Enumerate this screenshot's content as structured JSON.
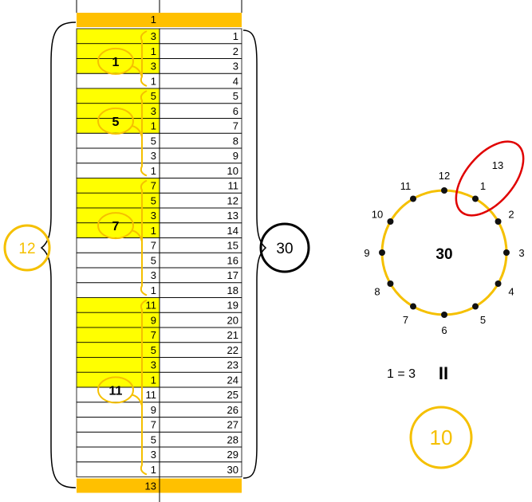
{
  "table": {
    "top_left": "1",
    "bottom_left": "13",
    "left_values": [
      "3",
      "1",
      "3",
      "1",
      "5",
      "3",
      "1",
      "5",
      "3",
      "1",
      "7",
      "5",
      "3",
      "1",
      "7",
      "5",
      "3",
      "1",
      "11",
      "9",
      "7",
      "5",
      "3",
      "1",
      "11",
      "9",
      "7",
      "5",
      "3",
      "1"
    ],
    "right_values": [
      "1",
      "2",
      "3",
      "4",
      "5",
      "6",
      "7",
      "8",
      "9",
      "10",
      "11",
      "12",
      "13",
      "14",
      "15",
      "16",
      "17",
      "18",
      "19",
      "20",
      "21",
      "22",
      "23",
      "24",
      "25",
      "26",
      "27",
      "28",
      "29",
      "30"
    ],
    "highlight_rows": [
      1,
      2,
      3,
      5,
      6,
      7,
      11,
      12,
      13,
      14,
      19,
      20,
      21,
      22,
      23,
      24
    ],
    "colors": {
      "highlight": "#ffff00",
      "header": "#ffc000",
      "line": "#f5c000"
    }
  },
  "group_labels": [
    "1",
    "5",
    "7",
    "11"
  ],
  "brace_left_label": "12",
  "brace_right_label": "30",
  "clock": {
    "center_label": "30",
    "hour_labels": [
      "12",
      "1",
      "2",
      "3",
      "4",
      "5",
      "6",
      "7",
      "8",
      "9",
      "10",
      "11"
    ],
    "ellipse_label": "13",
    "colors": {
      "ring": "#f5c000",
      "ellipse": "#e00000"
    }
  },
  "equation": {
    "text": "1 = 3",
    "symbol": "II"
  },
  "result_label": "10"
}
